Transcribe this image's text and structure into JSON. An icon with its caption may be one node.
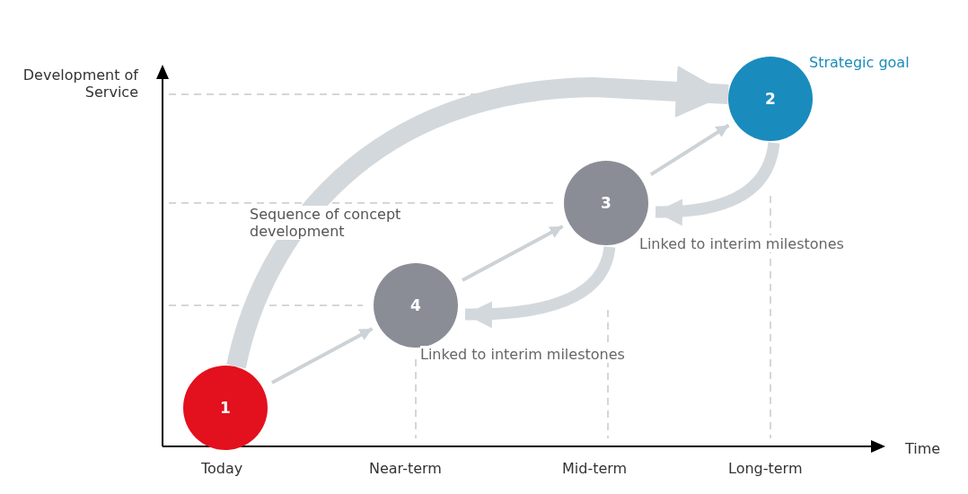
{
  "diagram": {
    "nodes": [
      {
        "text": [
          "2"
        ],
        "beside": [
          "Strategic goal"
        ]
      },
      {
        "text": [
          "3"
        ]
      },
      {
        "text": [
          "4"
        ]
      },
      {
        "text": [
          "1"
        ]
      }
    ],
    "edges": [
      {
        "from": 3,
        "to": 0,
        "arrow": "to",
        "style": "thick",
        "label": "Sequence of concept development"
      },
      {
        "from": 3,
        "to": 2,
        "arrow": "to"
      },
      {
        "from": 2,
        "to": 1,
        "arrow": "to"
      },
      {
        "from": 1,
        "to": 0,
        "arrow": "to"
      },
      {
        "from": 0,
        "to": 1,
        "arrow": "to",
        "style": "thick",
        "label": "Linked to interim milestones"
      },
      {
        "from": 1,
        "to": 2,
        "arrow": "to",
        "style": "thick",
        "label": "Linked to interim milestones"
      }
    ],
    "labels": [
      "Development of Service",
      "Time",
      "Today",
      "Near-term",
      "Mid-term",
      "Long-term"
    ]
  }
}
